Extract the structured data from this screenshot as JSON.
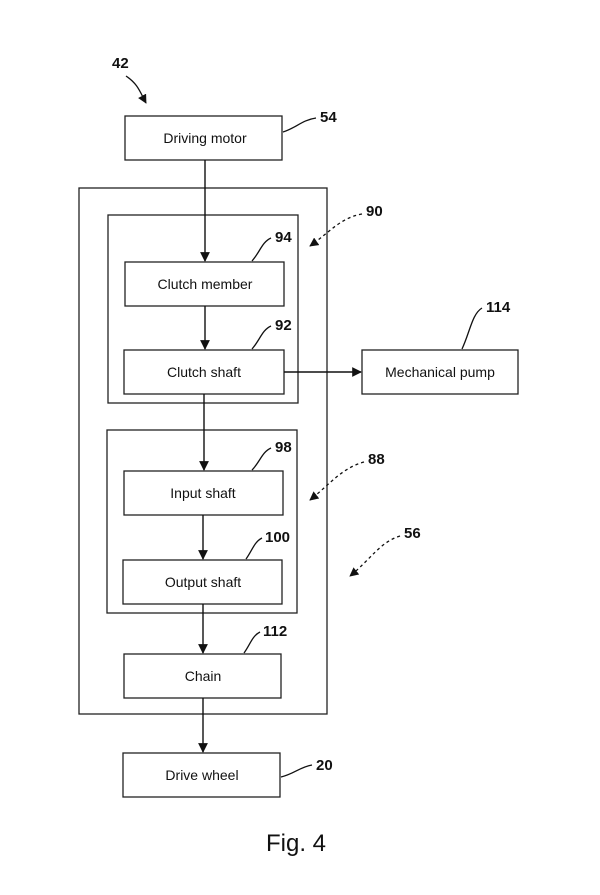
{
  "diagram": {
    "blocks": {
      "driving_motor": "Driving motor",
      "clutch_member": "Clutch member",
      "clutch_shaft": "Clutch shaft",
      "mechanical_pump": "Mechanical pump",
      "input_shaft": "Input shaft",
      "output_shaft": "Output shaft",
      "chain": "Chain",
      "drive_wheel": "Drive wheel"
    },
    "refs": {
      "system": "42",
      "driving_motor": "54",
      "clutch_unit": "90",
      "clutch_member": "94",
      "clutch_shaft": "92",
      "mechanical_pump": "114",
      "gear_unit": "88",
      "input_shaft": "98",
      "output_shaft": "100",
      "transmission": "56",
      "chain": "112",
      "drive_wheel": "20"
    },
    "caption": "Fig. 4"
  }
}
